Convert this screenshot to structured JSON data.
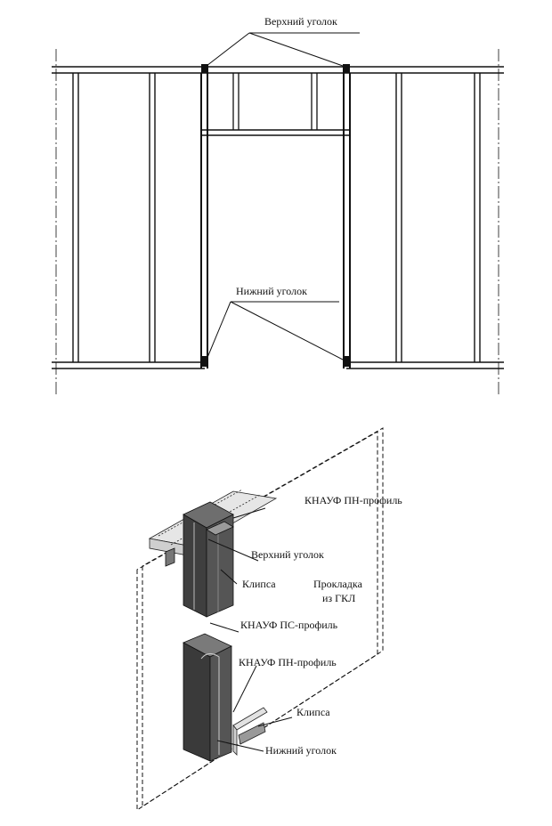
{
  "elevation": {
    "top_corner_label": "Верхний уголок",
    "bottom_corner_label": "Нижний уголок"
  },
  "isometric": {
    "labels": {
      "pn_profile_top": "КНАУФ ПН-профиль",
      "top_corner": "Верхний уголок",
      "clip_top": "Клипса",
      "gasket_line1": "Прокладка",
      "gasket_line2": "из ГКЛ",
      "ps_profile": "КНАУФ ПС-профиль",
      "pn_profile_bottom": "КНАУФ ПН-профиль",
      "clip_bottom": "Клипса",
      "bottom_corner": "Нижний уголок"
    }
  }
}
